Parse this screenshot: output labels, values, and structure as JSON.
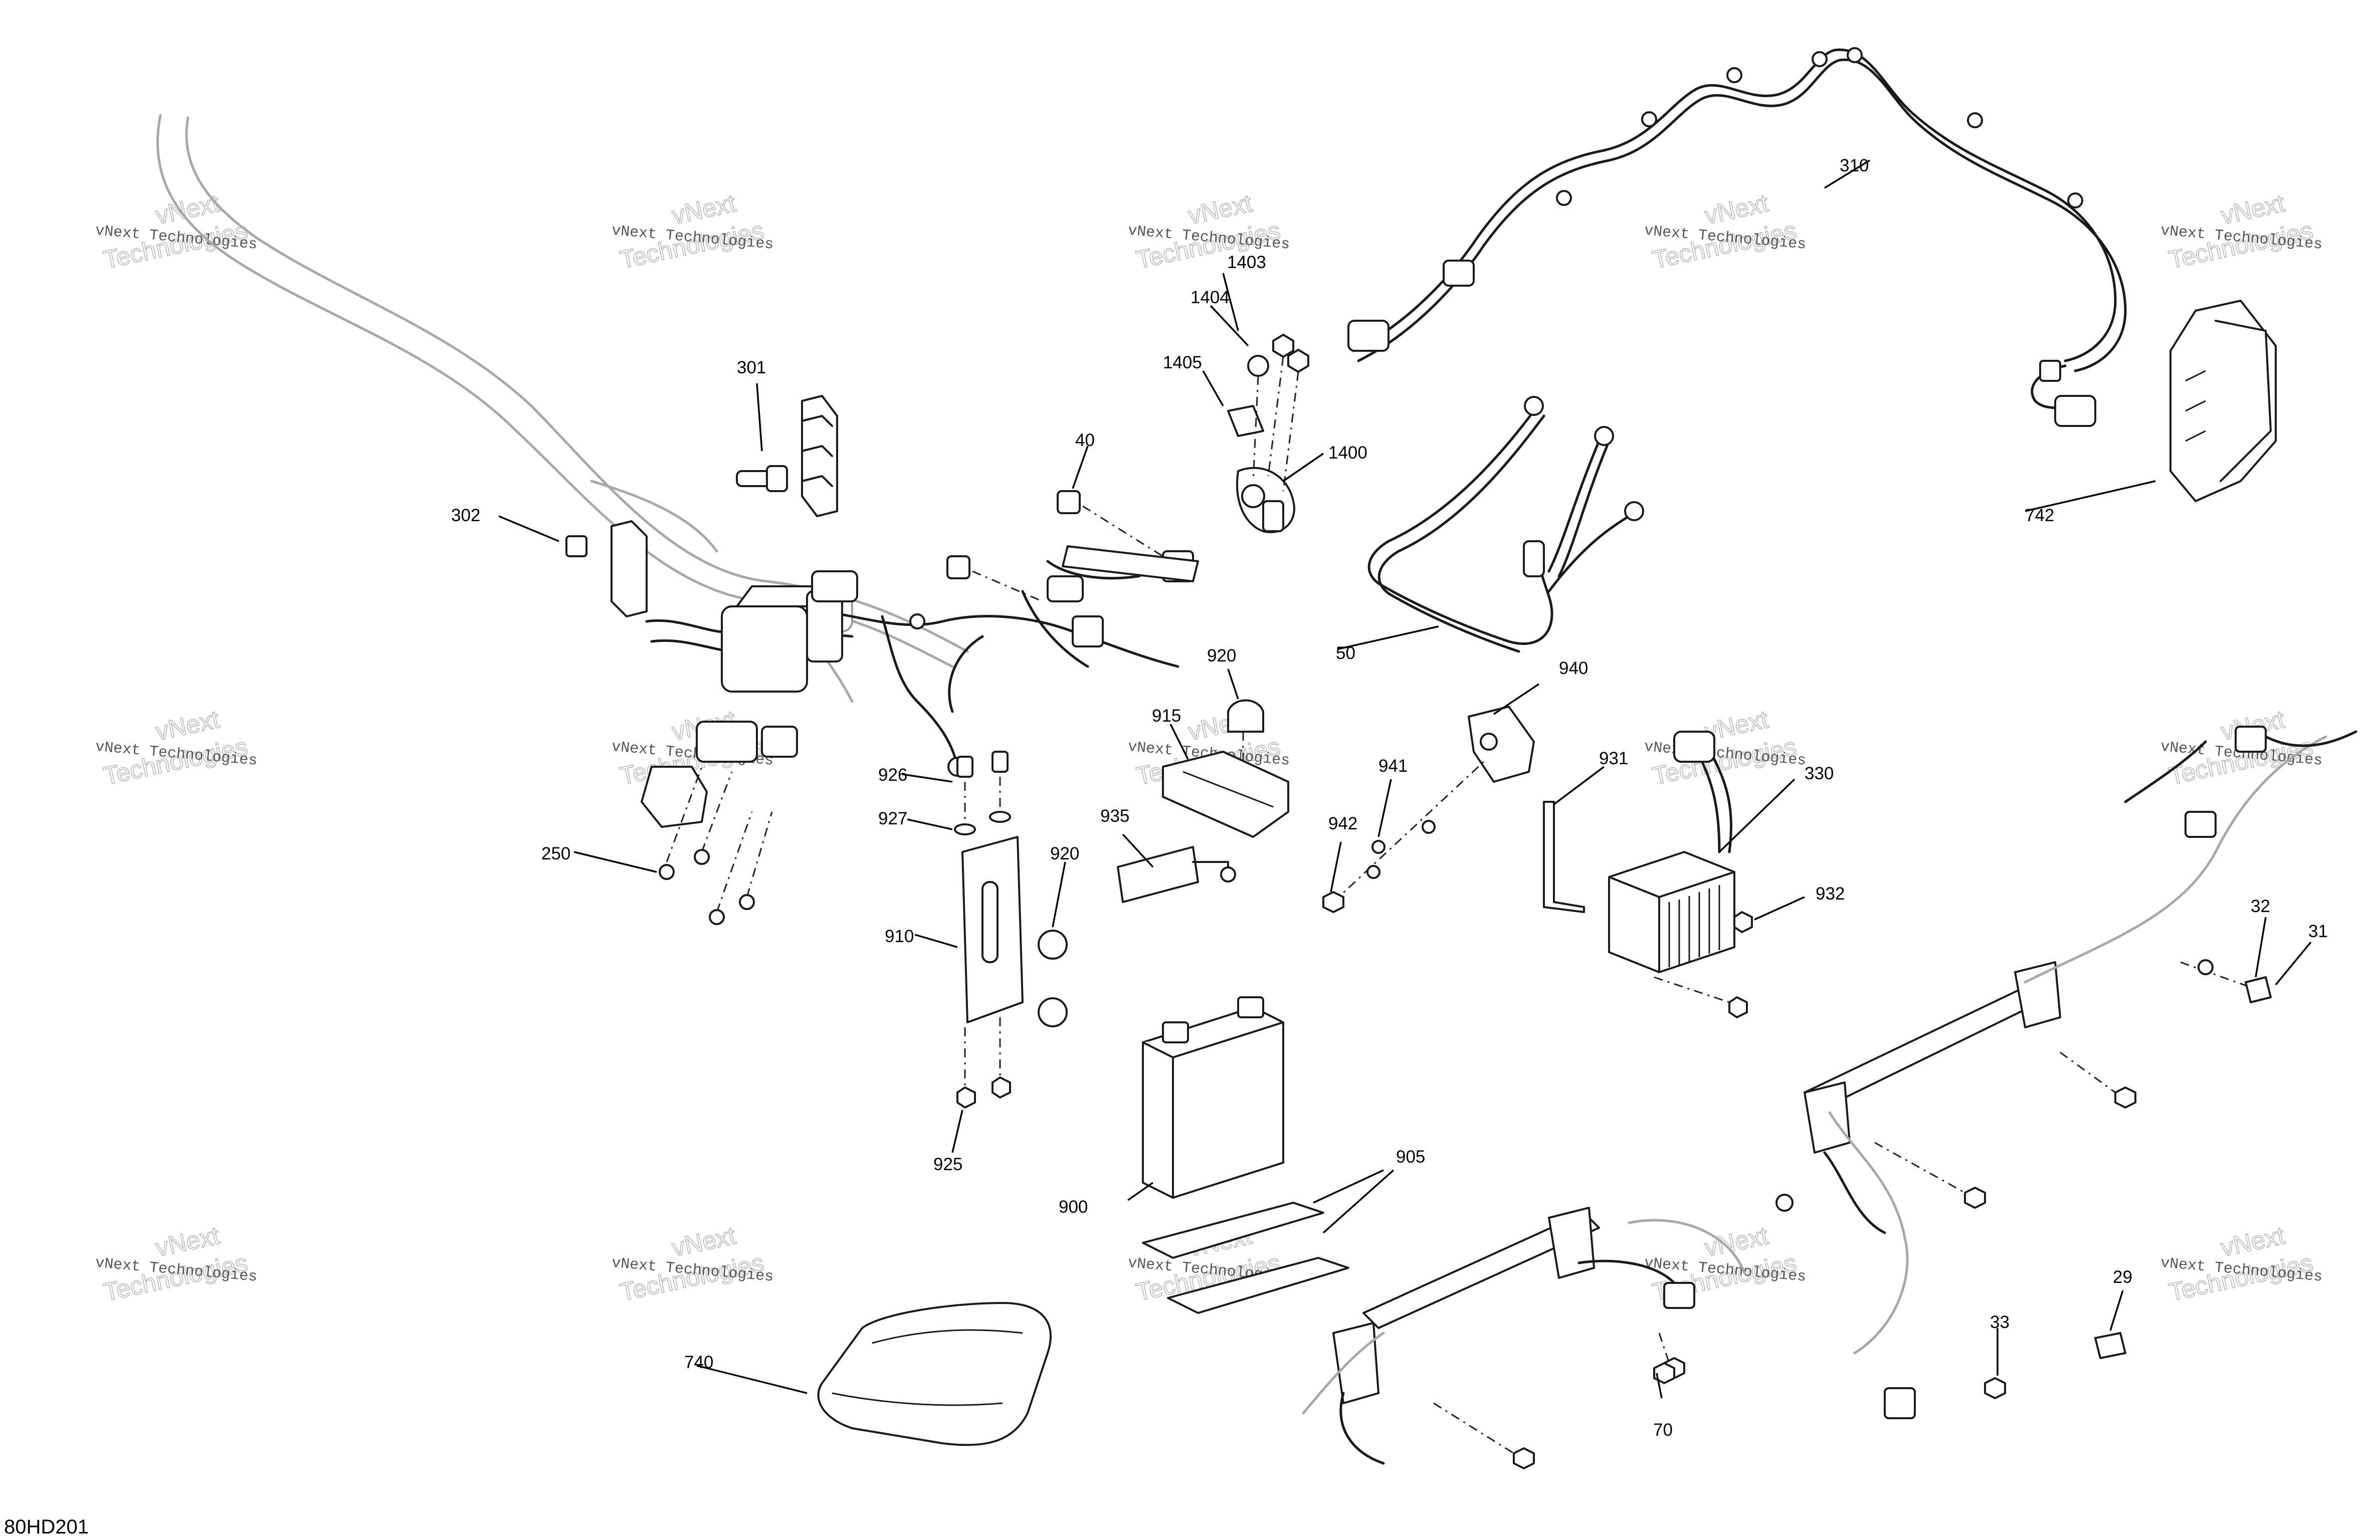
{
  "diagram_code": "80HD201",
  "watermark": {
    "line1": "vNext Technologies",
    "line2": "vNext",
    "line3": "Technologies"
  },
  "callouts": {
    "c29": "29",
    "c31": "31",
    "c32": "32",
    "c33": "33",
    "c40": "40",
    "c50": "50",
    "c70": "70",
    "c250": "250",
    "c301": "301",
    "c302": "302",
    "c310": "310",
    "c330": "330",
    "c740": "740",
    "c742": "742",
    "c900": "900",
    "c905": "905",
    "c910": "910",
    "c915": "915",
    "c920_top": "920",
    "c920_side": "920",
    "c925": "925",
    "c926": "926",
    "c927": "927",
    "c931": "931",
    "c932": "932",
    "c935": "935",
    "c940": "940",
    "c941": "941",
    "c942": "942",
    "c1400": "1400",
    "c1403": "1403",
    "c1404": "1404",
    "c1405": "1405"
  }
}
